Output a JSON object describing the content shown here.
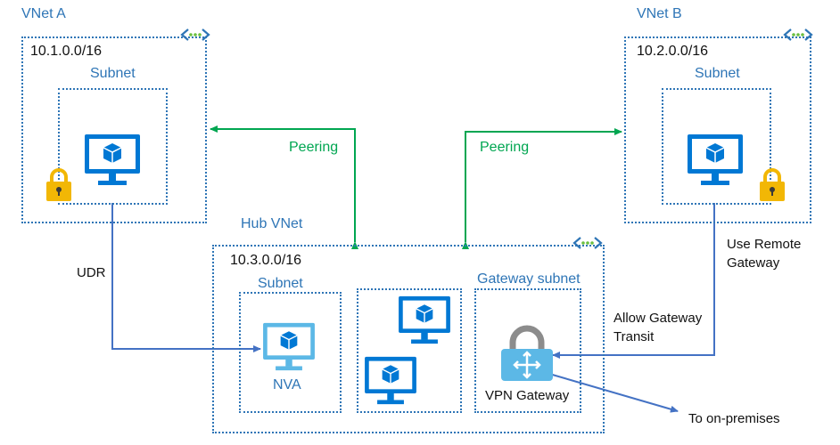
{
  "vnet_a": {
    "label": "VNet A",
    "cidr": "10.1.0.0/16",
    "subnet_label": "Subnet"
  },
  "vnet_b": {
    "label": "VNet B",
    "cidr": "10.2.0.0/16",
    "subnet_label": "Subnet"
  },
  "hub": {
    "label": "Hub VNet",
    "cidr": "10.3.0.0/16",
    "subnet_label": "Subnet",
    "nva_label": "NVA",
    "gateway_subnet_label": "Gateway subnet",
    "vpn_gateway_label": "VPN Gateway"
  },
  "connections": {
    "peering_left": "Peering",
    "peering_right": "Peering",
    "udr": "UDR",
    "use_remote_gateway_line1": "Use Remote",
    "use_remote_gateway_line2": "Gateway",
    "allow_transit_line1": "Allow Gateway",
    "allow_transit_line2": "Transit",
    "to_onprem": "To on-premises"
  },
  "colors": {
    "vnet_border": "#2e75b6",
    "peering": "#00a651",
    "udr_line": "#4472c4",
    "vm_blue": "#0078d4",
    "nva_blue": "#5cb8e6",
    "lock_gold": "#f2b705"
  },
  "icons": [
    "vnet-icon",
    "vm-icon",
    "lock-icon",
    "nva-icon",
    "vpn-gateway-icon"
  ]
}
